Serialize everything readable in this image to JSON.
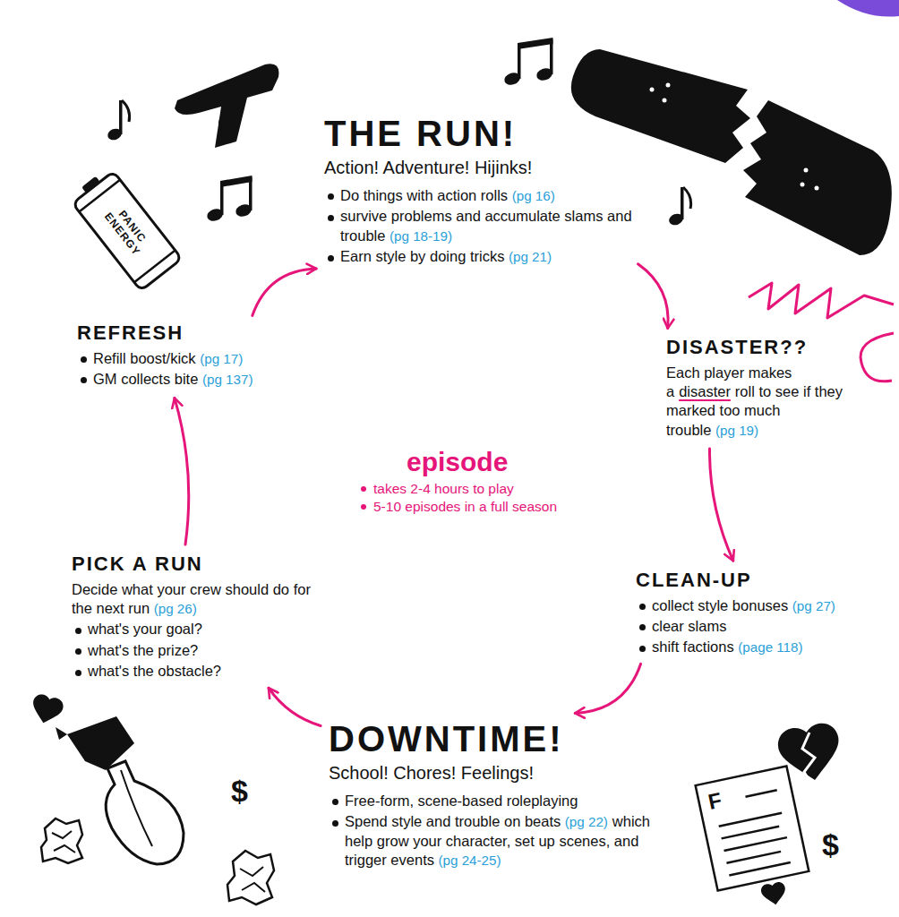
{
  "diagram": {
    "nodes": [
      {
        "text": [
          "THE RUN!",
          "Action! Adventure! Hijinks!",
          "Do things with action rolls",
          "(pg 16)",
          "survive problems and accumulate slams and trouble",
          "(pg 18-19)",
          "Earn style by doing tricks",
          "(pg 21)"
        ]
      },
      {
        "text": [
          "DISASTER??",
          "Each player makes a",
          "disaster",
          "roll to see if they marked too much trouble",
          "(pg 19)"
        ]
      },
      {
        "text": [
          "CLEAN-UP",
          "collect style bonuses",
          "(pg 27)",
          "clear slams",
          "shift factions",
          "(page 118)"
        ]
      },
      {
        "text": [
          "DOWNTIME!",
          "School! Chores! Feelings!",
          "Free-form, scene-based roleplaying",
          "Spend style and trouble on beats",
          "(pg 22)",
          "which help grow your character, set up scenes, and trigger events",
          "(pg 24-25)"
        ]
      },
      {
        "text": [
          "PICK A RUN",
          "Decide what your crew should do for the next run",
          "(pg 26)",
          "what's your goal?",
          "what's the prize?",
          "what's the obstacle?"
        ]
      },
      {
        "text": [
          "REFRESH",
          "Refill boost/kick",
          "(pg 17)",
          "GM collects bite",
          "(pg 137)"
        ]
      },
      {
        "text": [
          "episode",
          "takes 2-4 hours to play",
          "5-10 episodes in a full season"
        ]
      }
    ],
    "edges": [
      {
        "from": 0,
        "to": 1,
        "arrow": "to"
      },
      {
        "from": 1,
        "to": 2,
        "arrow": "to"
      },
      {
        "from": 2,
        "to": 3,
        "arrow": "to"
      },
      {
        "from": 3,
        "to": 4,
        "arrow": "to"
      },
      {
        "from": 4,
        "to": 5,
        "arrow": "to"
      },
      {
        "from": 5,
        "to": 0,
        "arrow": "to"
      }
    ],
    "labels": [
      "PANIC ENERGY",
      "F",
      "$",
      "$"
    ]
  }
}
